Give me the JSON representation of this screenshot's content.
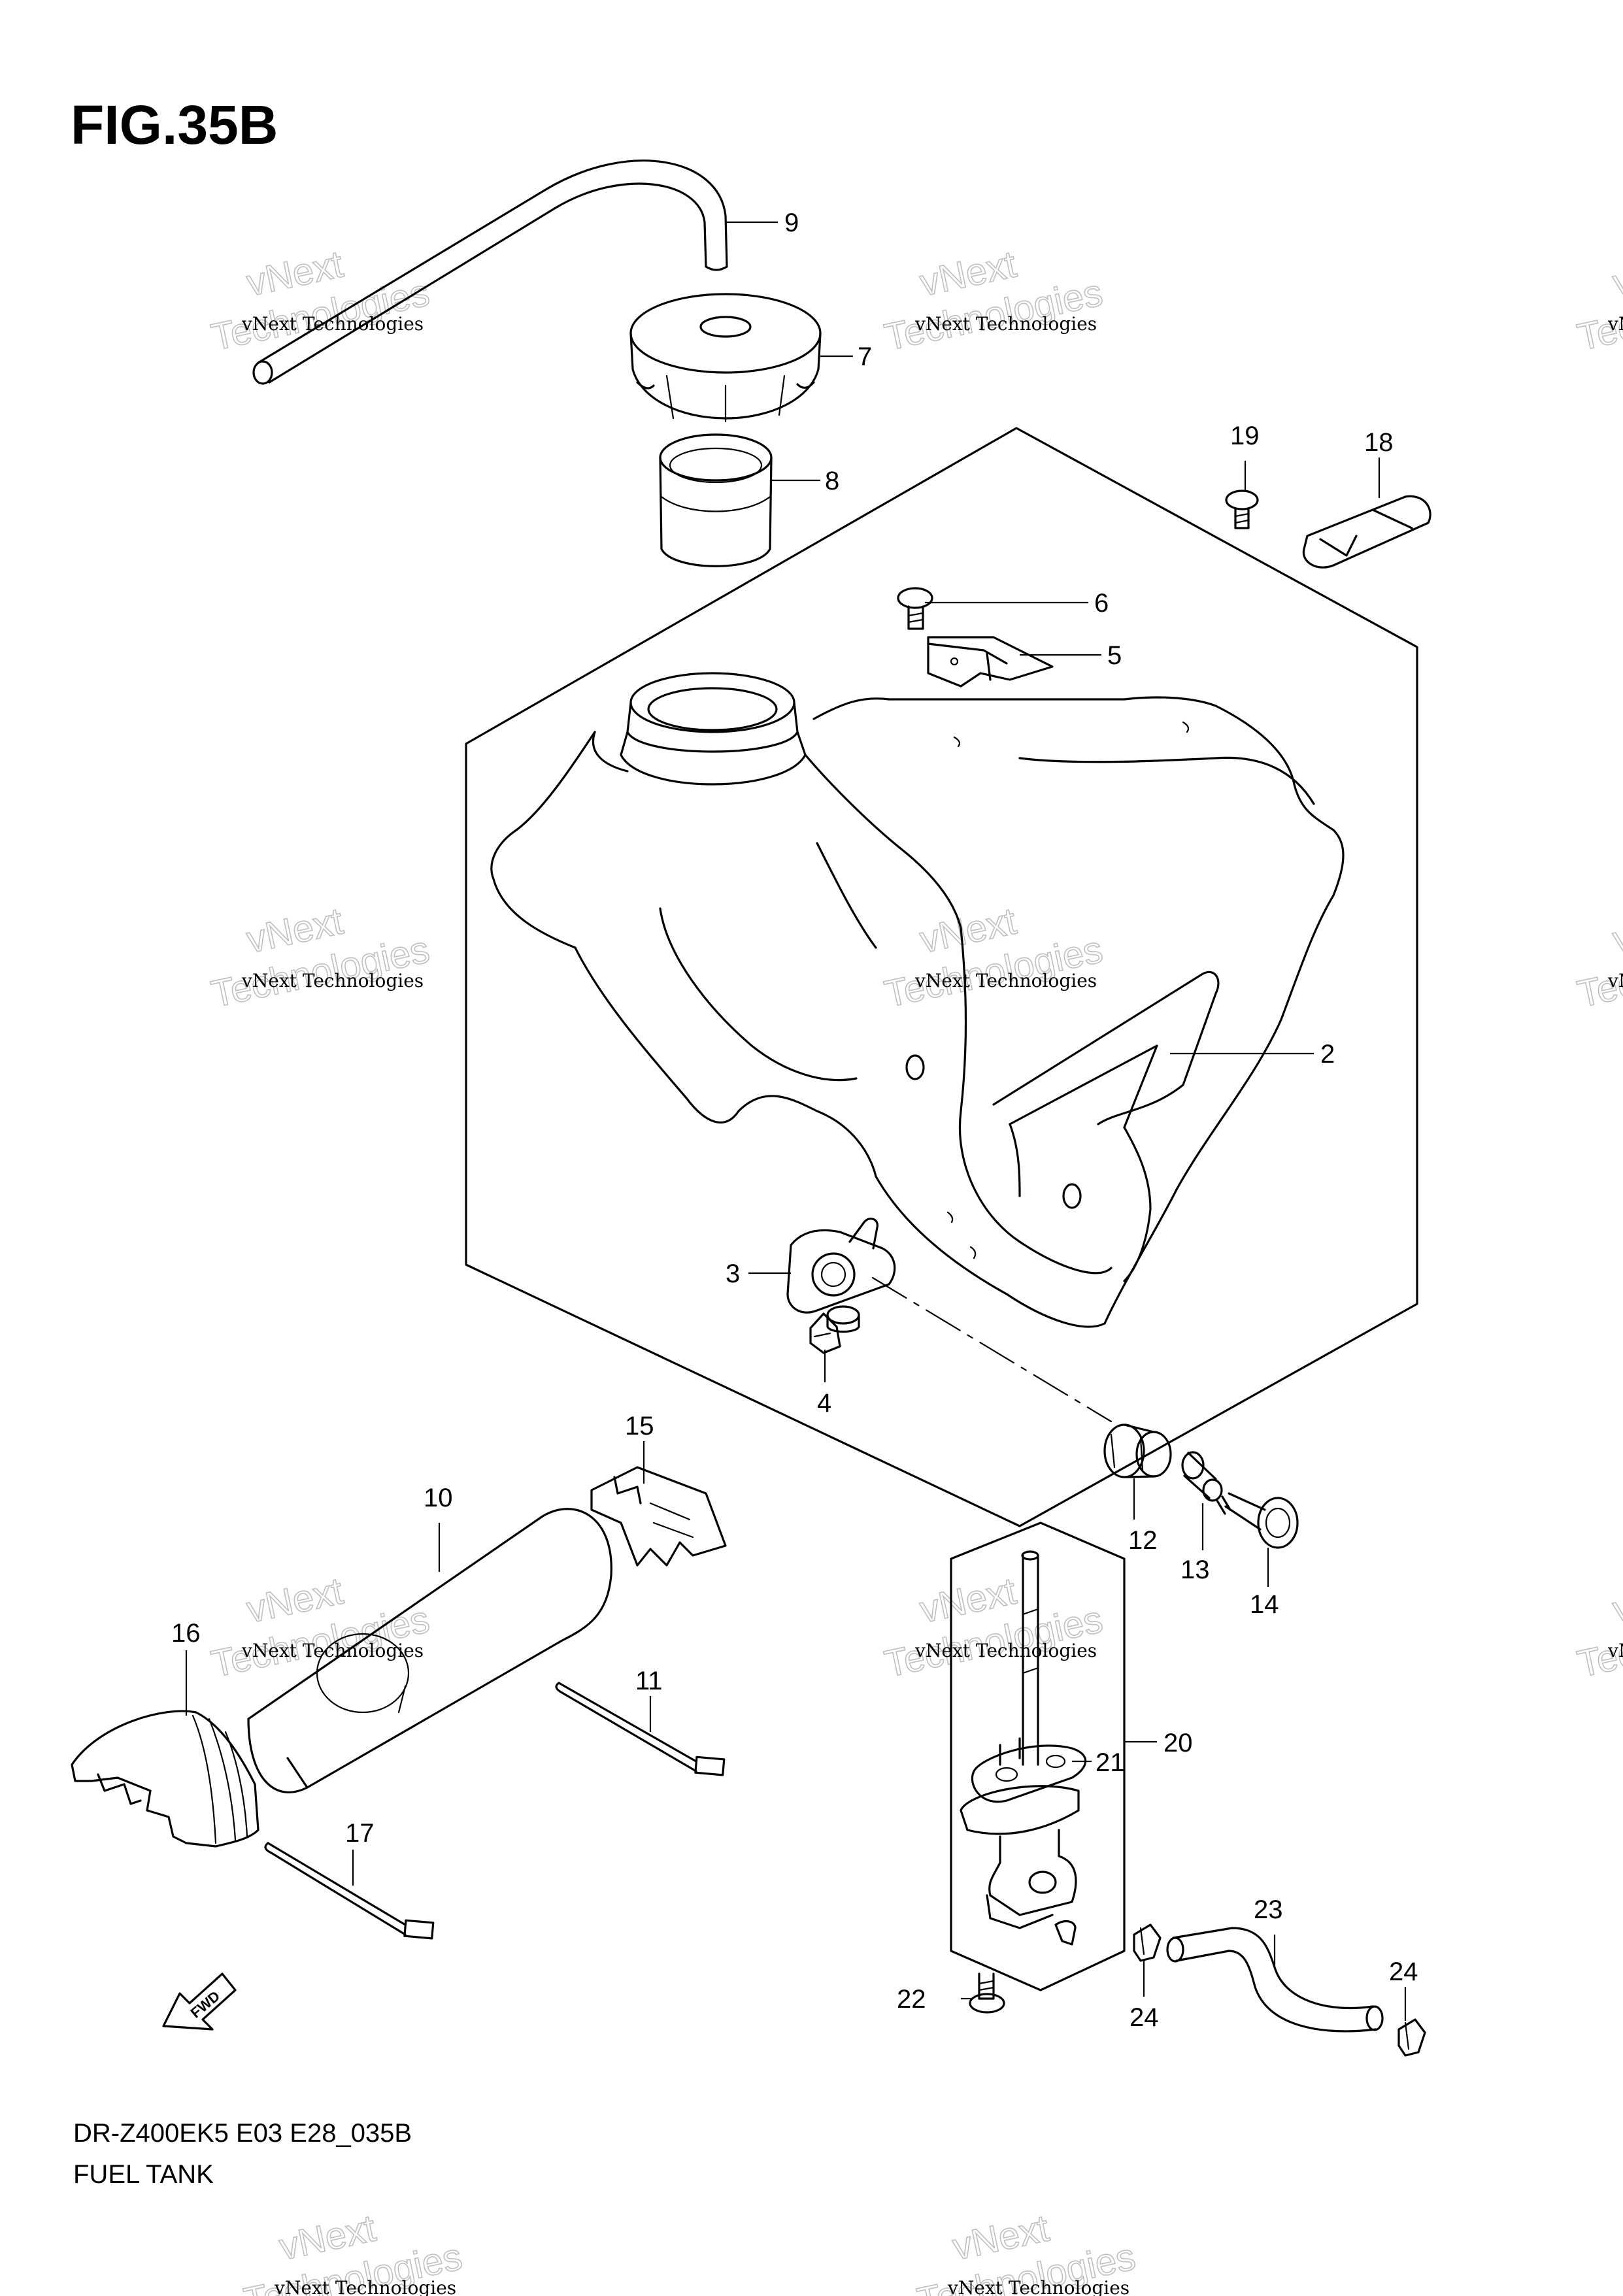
{
  "figure": {
    "title": "FIG.35B",
    "model_code": "DR-Z400EK5 E03 E28_035B",
    "caption": "FUEL TANK",
    "direction_label": "FWD"
  },
  "watermark": {
    "line1": "vNext",
    "line2": "Technologies",
    "small": "vNext Technologies"
  },
  "callouts": [
    "2",
    "3",
    "4",
    "5",
    "6",
    "7",
    "8",
    "9",
    "10",
    "11",
    "12",
    "13",
    "14",
    "15",
    "16",
    "17",
    "18",
    "19",
    "20",
    "21",
    "22",
    "23",
    "24",
    "24"
  ]
}
